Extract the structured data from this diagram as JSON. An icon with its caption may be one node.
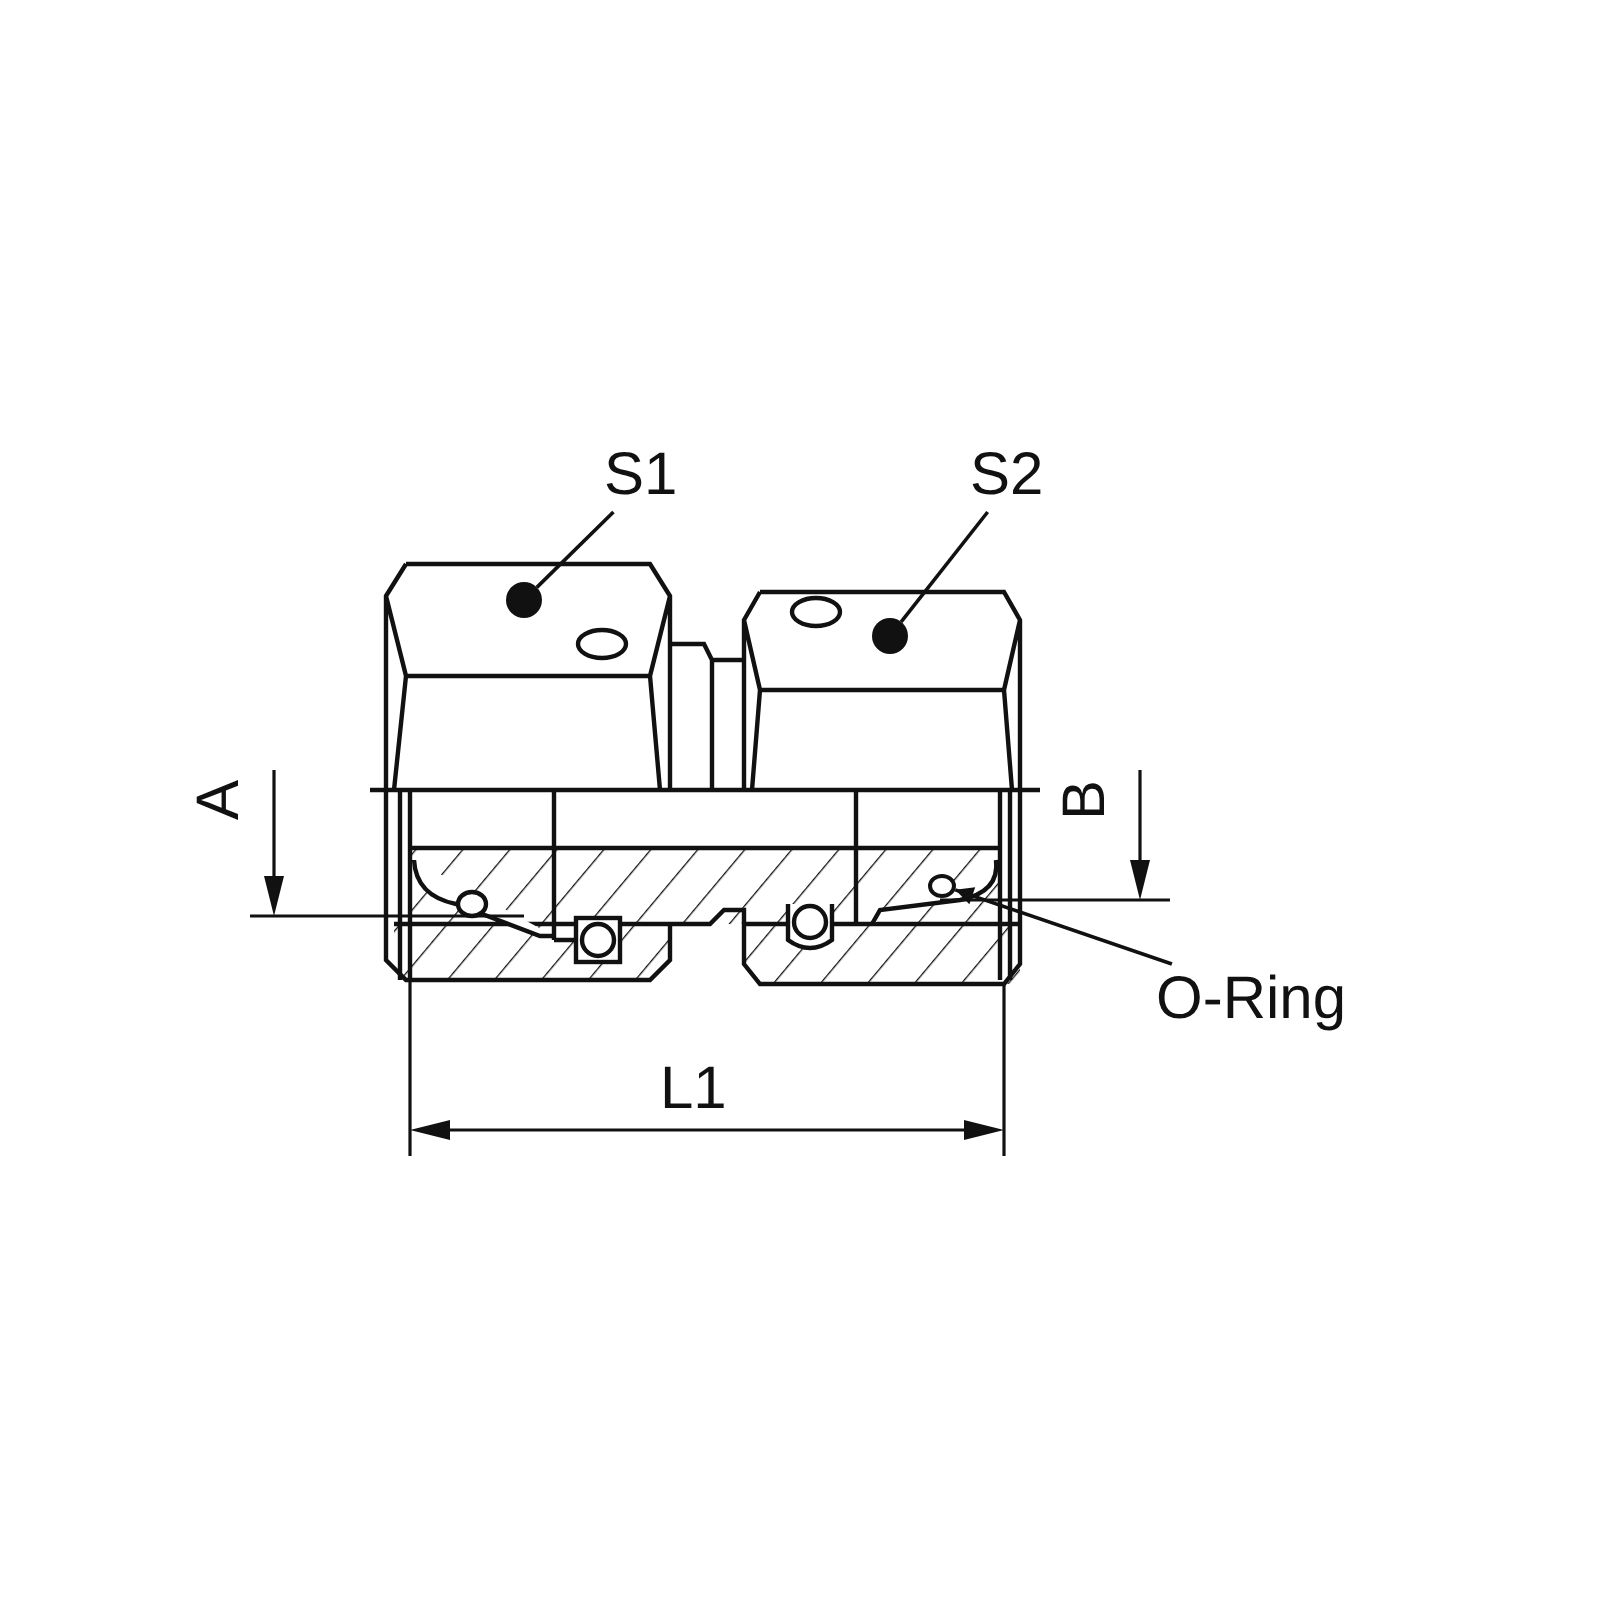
{
  "diagram": {
    "nodes": [
      {
        "text": [
          "S1"
        ]
      },
      {
        "text": [],
        "shape": "circle"
      },
      {
        "text": [
          "S2"
        ]
      },
      {
        "text": [],
        "shape": "circle"
      },
      {
        "text": [
          "O-Ring"
        ]
      },
      {
        "text": [],
        "shape": "circle"
      }
    ],
    "edges": [
      {
        "from": 0,
        "to": 1,
        "arrow": "none"
      },
      {
        "from": 2,
        "to": 3,
        "arrow": "none"
      },
      {
        "from": 4,
        "to": 5,
        "arrow": "to"
      }
    ],
    "labels": [
      "A",
      "B",
      "L1"
    ]
  }
}
